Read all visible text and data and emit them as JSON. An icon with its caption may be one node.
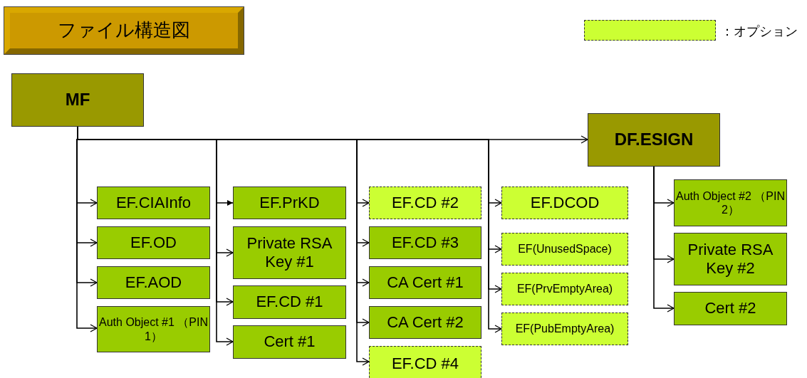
{
  "diagram": {
    "title": "ファイル構造図",
    "nodes": [
      {
        "text": [
          "MF"
        ]
      },
      {
        "text": [
          "DF.ESIGN"
        ]
      },
      {
        "text": [
          "EF.CIAInfo"
        ]
      },
      {
        "text": [
          "EF.OD"
        ]
      },
      {
        "text": [
          "EF.AOD"
        ]
      },
      {
        "text": [
          "Auth Object #1 （PIN 1）"
        ]
      },
      {
        "text": [
          "EF.PrKD"
        ]
      },
      {
        "text": [
          "Private RSA Key #1"
        ]
      },
      {
        "text": [
          "EF.CD #1"
        ]
      },
      {
        "text": [
          "Cert #1"
        ]
      },
      {
        "text": [
          "EF.CD #2"
        ]
      },
      {
        "text": [
          "EF.CD #3"
        ]
      },
      {
        "text": [
          "CA Cert #1"
        ]
      },
      {
        "text": [
          "CA Cert #2"
        ]
      },
      {
        "text": [
          "EF.CD #4"
        ]
      },
      {
        "text": [
          "EF.DCOD"
        ]
      },
      {
        "text": [
          "EF(UnusedSpace)"
        ]
      },
      {
        "text": [
          "EF(PrvEmptyArea)"
        ]
      },
      {
        "text": [
          "EF(PubEmptyArea)"
        ]
      },
      {
        "text": [
          "Auth Object #2 （PIN 2）"
        ]
      },
      {
        "text": [
          "Private RSA Key #2"
        ]
      },
      {
        "text": [
          "Cert #2"
        ]
      }
    ],
    "edges": [
      {
        "from": 0,
        "to": 1,
        "arrow": "to"
      },
      {
        "from": 0,
        "to": 2,
        "arrow": "to"
      },
      {
        "from": 0,
        "to": 3,
        "arrow": "to"
      },
      {
        "from": 0,
        "to": 4,
        "arrow": "to"
      },
      {
        "from": 0,
        "to": 5,
        "arrow": "to"
      },
      {
        "from": 0,
        "to": 6,
        "arrow": "to"
      },
      {
        "from": 0,
        "to": 7,
        "arrow": "to"
      },
      {
        "from": 0,
        "to": 8,
        "arrow": "to"
      },
      {
        "from": 0,
        "to": 9,
        "arrow": "to"
      },
      {
        "from": 0,
        "to": 10,
        "arrow": "to"
      },
      {
        "from": 0,
        "to": 11,
        "arrow": "to"
      },
      {
        "from": 0,
        "to": 12,
        "arrow": "to"
      },
      {
        "from": 0,
        "to": 13,
        "arrow": "to"
      },
      {
        "from": 0,
        "to": 14,
        "arrow": "to"
      },
      {
        "from": 0,
        "to": 15,
        "arrow": "to"
      },
      {
        "from": 0,
        "to": 16,
        "arrow": "to"
      },
      {
        "from": 0,
        "to": 17,
        "arrow": "to"
      },
      {
        "from": 0,
        "to": 18,
        "arrow": "to"
      },
      {
        "from": 1,
        "to": 19,
        "arrow": "to"
      },
      {
        "from": 1,
        "to": 20,
        "arrow": "to"
      },
      {
        "from": 1,
        "to": 21,
        "arrow": "to"
      }
    ],
    "legend": [
      {
        "text": "：オプション",
        "color": "#ccff33"
      }
    ]
  }
}
